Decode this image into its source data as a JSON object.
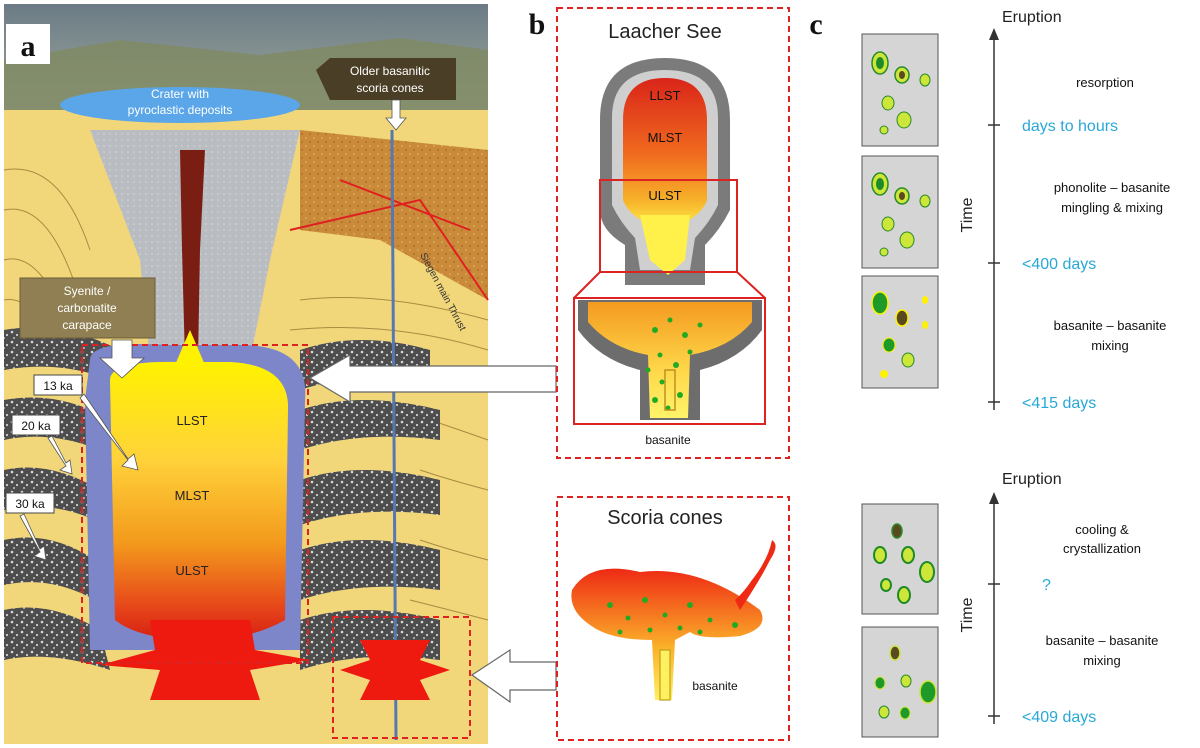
{
  "panel_a": {
    "label": "a",
    "crater_label": "Crater with pyroclastic deposits",
    "crater_lines": [
      "Crater with",
      "pyroclastic deposits"
    ],
    "cones_label": "Older basanitic scoria cones",
    "cones_lines": [
      "Older basanitic",
      "scoria cones"
    ],
    "carapace_label": "Syenite / carbonatite carapace",
    "carapace_lines": [
      "Syenite /",
      "carbonatite",
      "carapace"
    ],
    "thrust_label": "Siegen main Thrust",
    "ages": [
      "13 ka",
      "20 ka",
      "30 ka"
    ],
    "zones": [
      "LLST",
      "MLST",
      "ULST"
    ]
  },
  "panel_b": {
    "label": "b",
    "laacher_title": "Laacher See",
    "laacher_zones": [
      "LLST",
      "MLST",
      "ULST"
    ],
    "basanite_label_1": "basanite",
    "scoria_title": "Scoria cones",
    "basanite_label_2": "basanite"
  },
  "panel_c": {
    "label": "c",
    "top": {
      "eruption_label": "Eruption",
      "time_label": "Time",
      "ticks": [
        "days to hours",
        "<400 days",
        "<415 days"
      ],
      "processes": [
        [
          "resorption"
        ],
        [
          "phonolite – basanite",
          "mingling & mixing"
        ],
        [
          "basanite – basanite",
          "mixing"
        ]
      ]
    },
    "bottom": {
      "eruption_label": "Eruption",
      "time_label": "Time",
      "ticks": [
        "?",
        "<409 days"
      ],
      "processes": [
        [
          "cooling &",
          "crystallization"
        ],
        [
          "basanite – basanite",
          "mixing"
        ]
      ]
    }
  },
  "colors": {
    "tick_blue": "#29a8d8",
    "dashed_red": "#dd2222",
    "magma_red": "#ee1a10",
    "magma_yellow": "#fff000",
    "crystal_green": "#22aa22",
    "sky_lake": "#5aa6e8"
  }
}
